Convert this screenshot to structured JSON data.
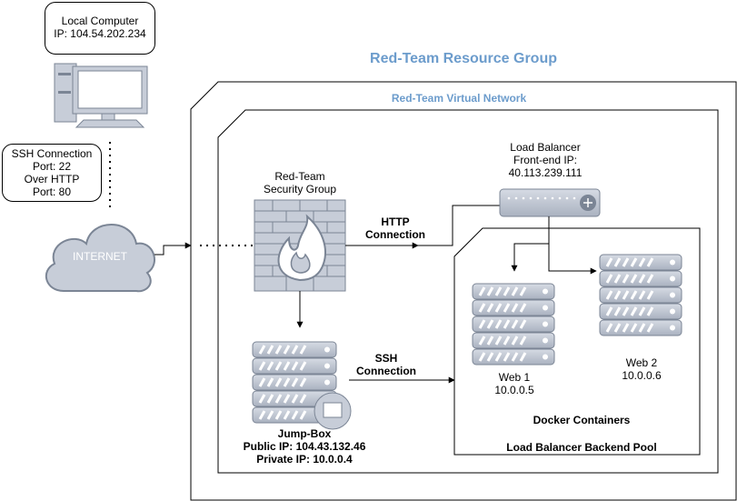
{
  "local_computer": {
    "line1": "Local Computer",
    "line2": "IP: 104.54.202.234"
  },
  "ssh_note": {
    "line1": "SSH Connection",
    "line2": "Port: 22",
    "line3": "Over HTTP",
    "line4": "Port: 80"
  },
  "internet": {
    "label": "INTERNET"
  },
  "resource_group": {
    "title": "Red-Team Resource Group"
  },
  "virtual_network": {
    "title": "Red-Team Virtual Network"
  },
  "security_group": {
    "line1": "Red-Team",
    "line2": "Security Group"
  },
  "http_connection": {
    "line1": "HTTP",
    "line2": "Connection"
  },
  "ssh_connection": {
    "line1": "SSH",
    "line2": "Connection"
  },
  "load_balancer": {
    "line1": "Load Balancer",
    "line2": "Front-end IP:",
    "line3": "40.113.239.111"
  },
  "jump_box": {
    "line1": "Jump-Box",
    "line2": "Public IP: 104.43.132.46",
    "line3": "Private IP: 10.0.0.4"
  },
  "web1": {
    "name": "Web 1",
    "ip": "10.0.0.5"
  },
  "web2": {
    "name": "Web 2",
    "ip": "10.0.0.6"
  },
  "docker": {
    "label": "Docker Containers"
  },
  "backend_pool": {
    "label": "Load Balancer Backend Pool"
  },
  "colors": {
    "accent": "#6c9ccc",
    "icon_fill": "#c7cdd8",
    "icon_stroke": "#7b8595"
  }
}
